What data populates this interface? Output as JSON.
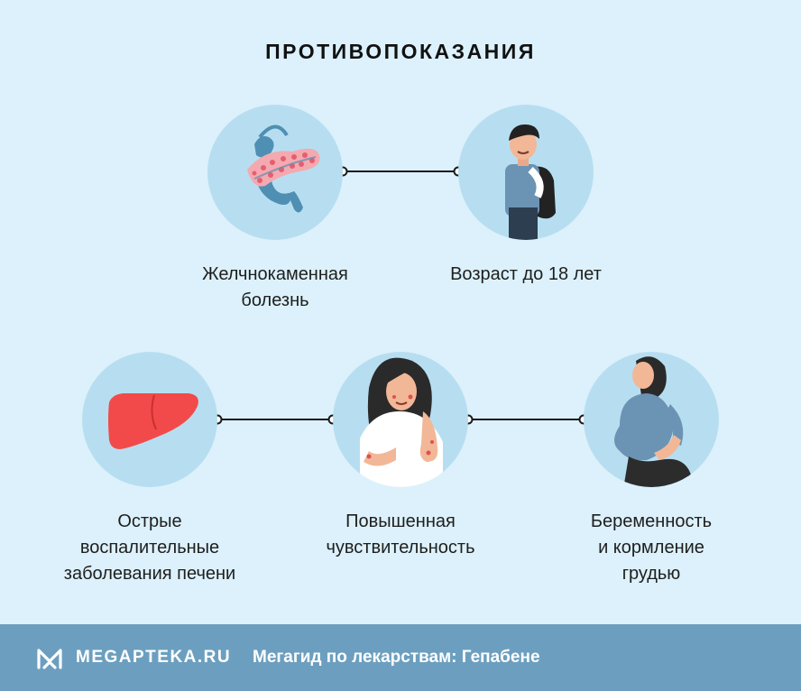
{
  "title": "ПРОТИВОПОКАЗАНИЯ",
  "items": [
    {
      "icon": "pancreas-icon",
      "label": "Желчнокаменная\nболезнь"
    },
    {
      "icon": "child-with-backpack-icon",
      "label": "Возраст до 18 лет"
    },
    {
      "icon": "liver-icon",
      "label": "Острые\nвоспалительные\nзаболевания печени"
    },
    {
      "icon": "woman-with-rash-icon",
      "label": "Повышенная\nчувствительность"
    },
    {
      "icon": "pregnant-woman-icon",
      "label": "Беременность\nи кормление\nгрудью"
    }
  ],
  "footer": {
    "logo_text": "MEGAPTEKA.RU",
    "subtitle": "Мегагид по лекарствам: Гепабене"
  },
  "colors": {
    "background": "#dcf1fb",
    "circle": "#b7def0",
    "footer": "#6c9fbf",
    "liver": "#f24a4a"
  }
}
